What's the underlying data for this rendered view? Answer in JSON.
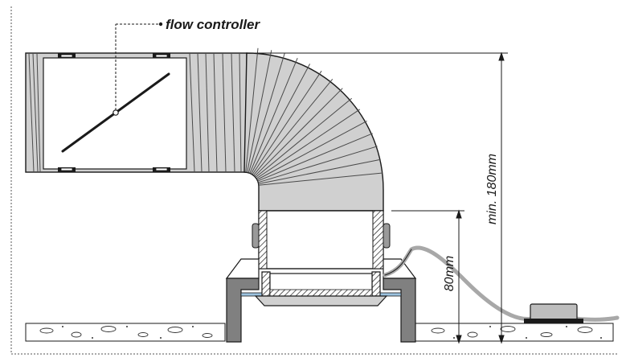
{
  "labels": {
    "flow_controller": "flow controller",
    "min_height": "min. 180mm",
    "dim_80": "80mm"
  },
  "colors": {
    "duct_fill": "#d0d0d0",
    "rib_line": "#4a4a4a",
    "outline": "#1a1a1a",
    "housing_fill": "#808080",
    "cable": "#a8a8a8",
    "background": "#ffffff"
  }
}
